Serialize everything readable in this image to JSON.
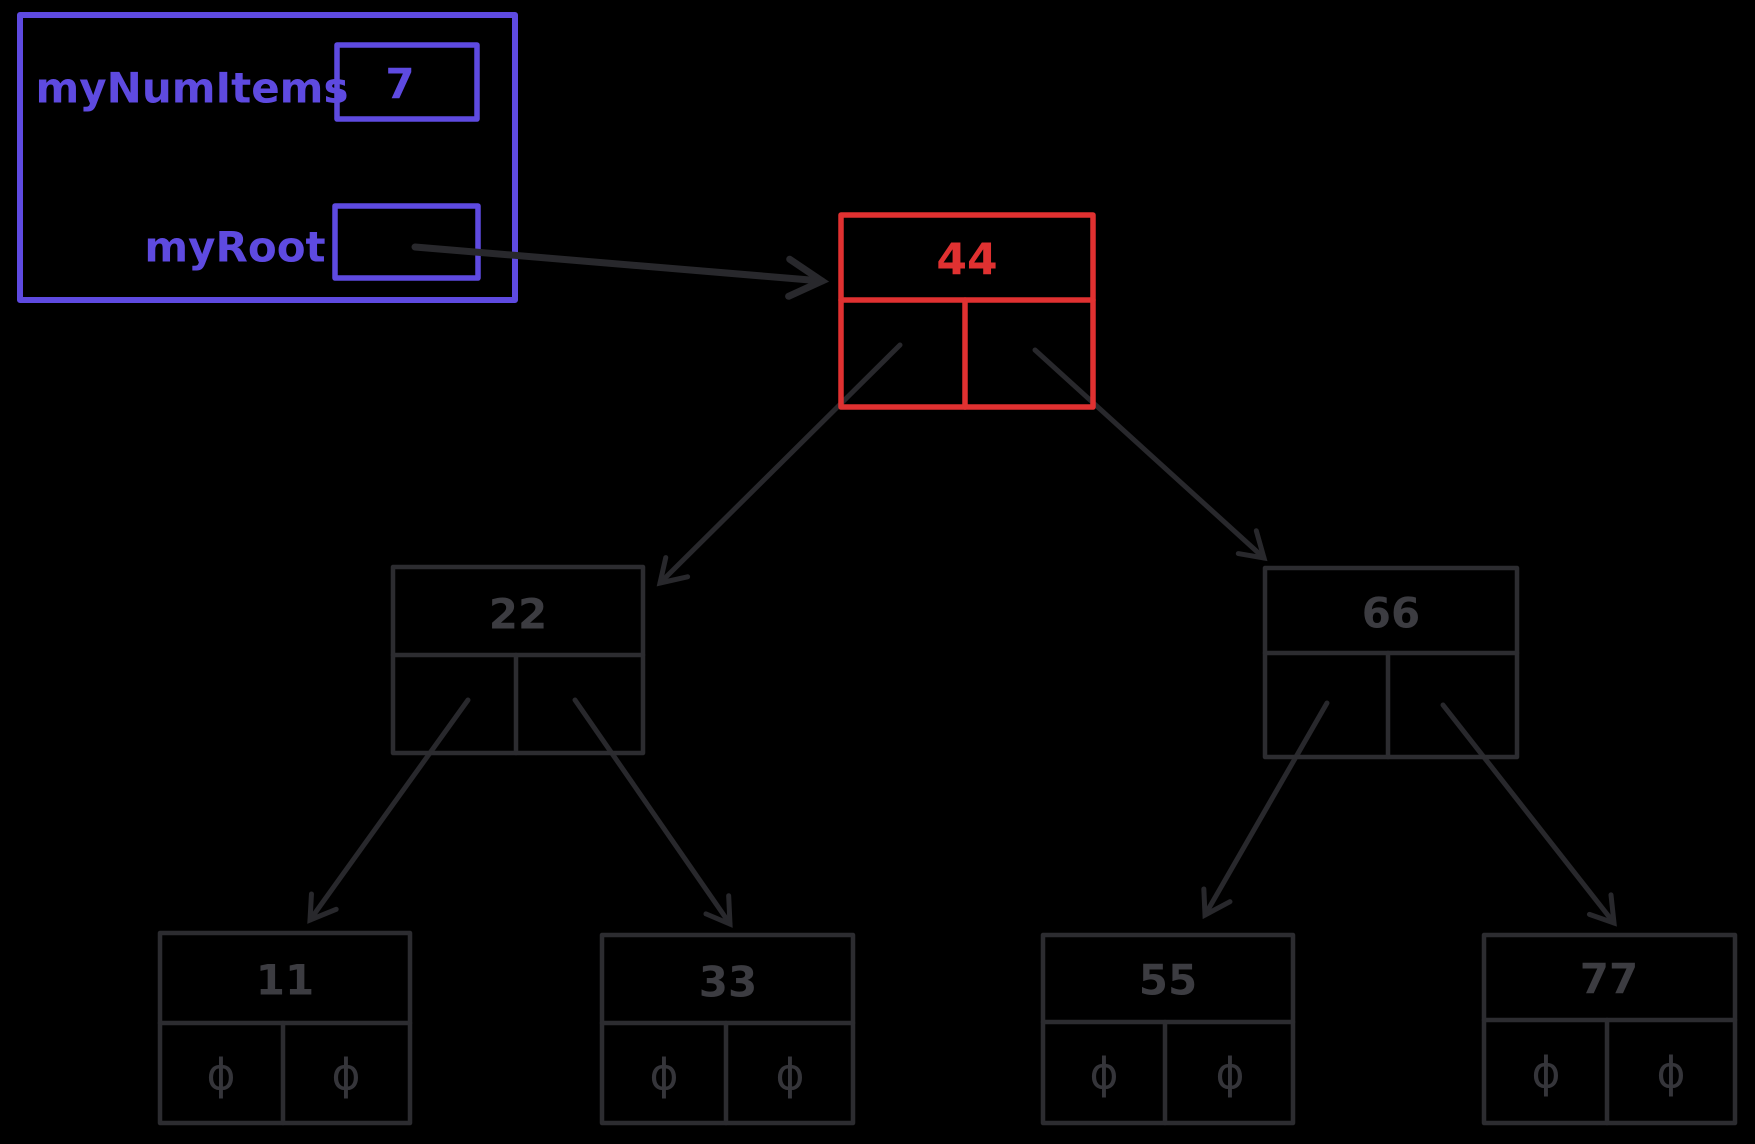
{
  "canvas": {
    "background": "#000000"
  },
  "colors": {
    "variable_box": "#5e4ae0",
    "root_node": "#e03131",
    "tree_node_stroke": "#2c2c30",
    "tree_node_text": "#3c3c41",
    "arrow": "#28282c"
  },
  "variables_box": {
    "num_items_label": "myNumItems",
    "num_items_value": "7",
    "root_label": "myRoot",
    "root_value": ""
  },
  "null_symbol": "ϕ",
  "tree": {
    "n44": {
      "value": "44"
    },
    "n22": {
      "value": "22"
    },
    "n66": {
      "value": "66"
    },
    "n11": {
      "value": "11",
      "left": "ϕ",
      "right": "ϕ"
    },
    "n33": {
      "value": "33",
      "left": "ϕ",
      "right": "ϕ"
    },
    "n55": {
      "value": "55",
      "left": "ϕ",
      "right": "ϕ"
    },
    "n77": {
      "value": "77",
      "left": "ϕ",
      "right": "ϕ"
    }
  },
  "edges": [
    {
      "from": "myRoot",
      "to": "44"
    },
    {
      "from": "44",
      "to": "22",
      "side": "left"
    },
    {
      "from": "44",
      "to": "66",
      "side": "right"
    },
    {
      "from": "22",
      "to": "11",
      "side": "left"
    },
    {
      "from": "22",
      "to": "33",
      "side": "right"
    },
    {
      "from": "66",
      "to": "55",
      "side": "left"
    },
    {
      "from": "66",
      "to": "77",
      "side": "right"
    }
  ]
}
